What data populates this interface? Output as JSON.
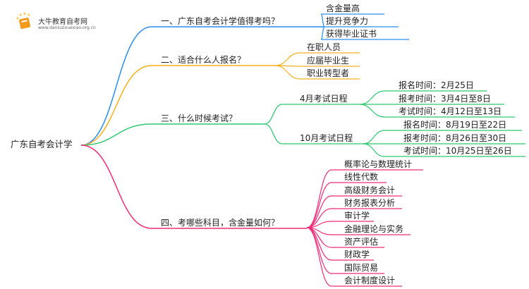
{
  "logo": {
    "name": "大牛教育自考网",
    "url": "www.daniuzixuexiao.org.cn"
  },
  "colors": {
    "b1": "#2b8ef0",
    "b2": "#f5b020",
    "b3": "#2ec870",
    "b4": "#ef2d78"
  },
  "root": "广东自考会计学",
  "branches": [
    {
      "label": "一、广东自考会计学值得考吗？",
      "children": [
        "含金量高",
        "提升竞争力",
        "获得毕业证书"
      ]
    },
    {
      "label": "二、适合什么人报名？",
      "children": [
        "在职人员",
        "应届毕业生",
        "职业转型者"
      ]
    },
    {
      "label": "三、什么时候考试？",
      "groups": [
        {
          "label": "4月考试日程",
          "children": [
            "报名时间：2月25日",
            "报考时间：3月4日至8日",
            "考试时间：4月12日至13日"
          ]
        },
        {
          "label": "10月考试日程",
          "children": [
            "报名时间：8月19日至22日",
            "报考时间：8月26日至30日",
            "考试时间：10月25日至26日"
          ]
        }
      ]
    },
    {
      "label": "四、考哪些科目，含金量如何？",
      "children": [
        "概率论与数理统计",
        "线性代数",
        "高级财务会计",
        "财务报表分析",
        "审计学",
        "金融理论与实务",
        "资产评估",
        "财政学",
        "国际贸易",
        "会计制度设计"
      ]
    }
  ]
}
